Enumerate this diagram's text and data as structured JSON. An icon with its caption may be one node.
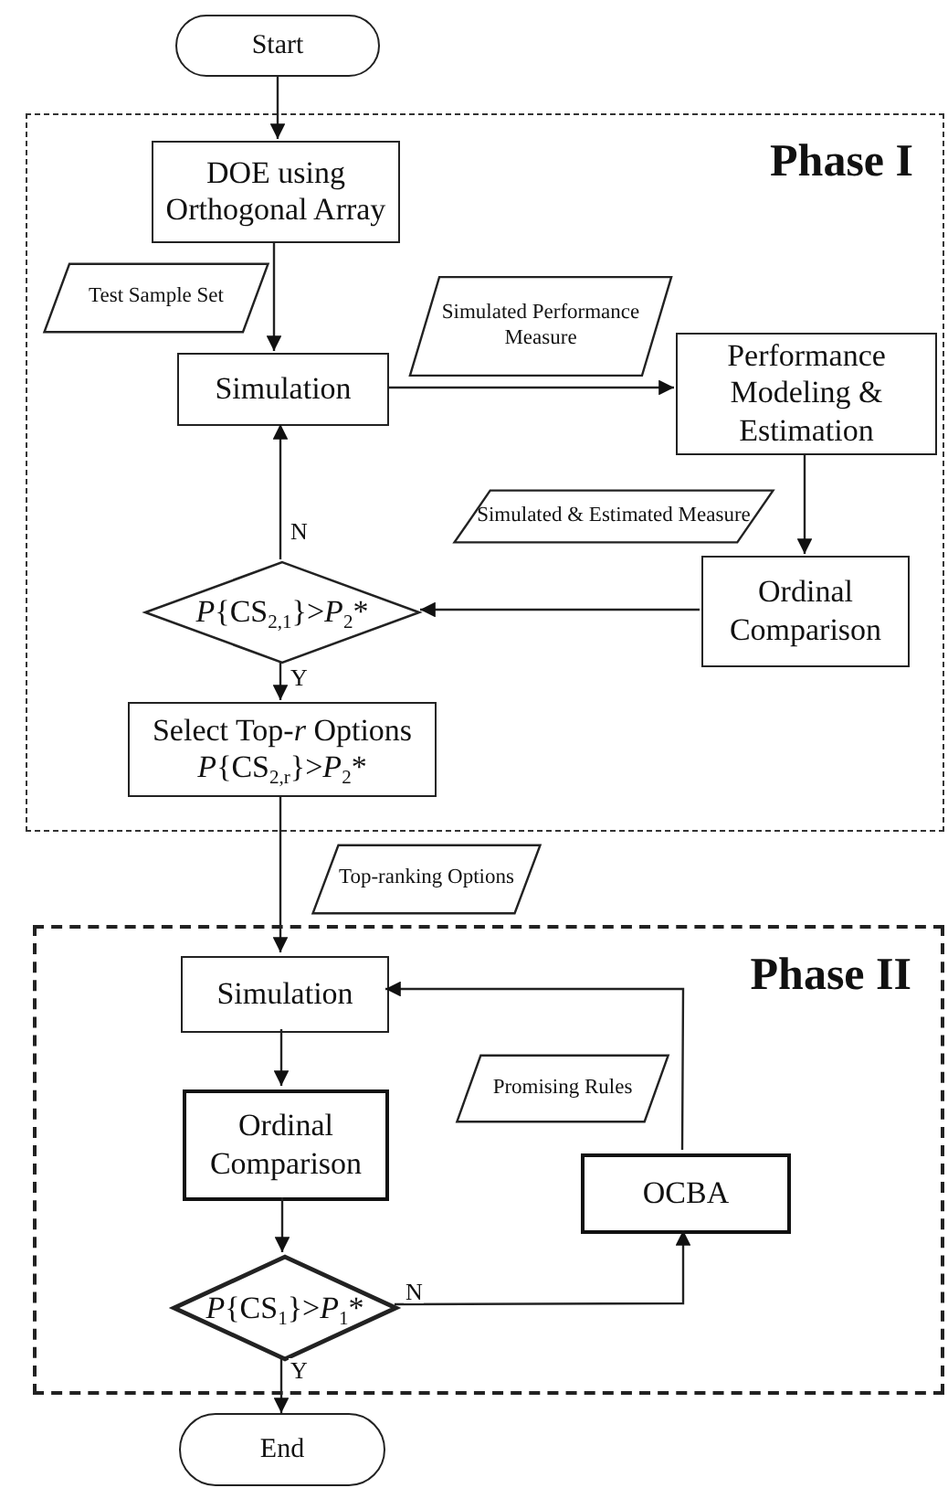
{
  "diagram": {
    "nodes": [
      {
        "text": [
          "Start"
        ]
      },
      {
        "text": [
          "Phase I"
        ]
      },
      {
        "text": [
          "DOE using Orthogonal Array"
        ],
        "in": 1
      },
      {
        "text": [
          "Test Sample Set"
        ],
        "in": 1
      },
      {
        "text": [
          "Simulated Performance Measure"
        ],
        "in": 1
      },
      {
        "text": [
          "Simulation"
        ],
        "in": 1
      },
      {
        "text": [
          "Performance Modeling & Estimation"
        ],
        "in": 1
      },
      {
        "text": [
          "Simulated & Estimated Measure"
        ],
        "in": 1
      },
      {
        "text": [
          "*P*{CS$_{2,1}$}>*P*$_{2}$*"
        ],
        "in": 1
      },
      {
        "text": [
          "Ordinal Comparison"
        ],
        "in": 1
      },
      {
        "text": [
          "Select Top-*r* Options",
          "*P*{CS$_{2,r}$}>*P*$_{2}$*"
        ],
        "in": 1
      },
      {
        "text": [
          "Top-ranking Options"
        ]
      },
      {
        "text": [
          "Phase II"
        ]
      },
      {
        "text": [
          "Simulation"
        ],
        "in": 12
      },
      {
        "text": [
          "Promising Rules"
        ],
        "in": 12
      },
      {
        "text": [
          "Ordinal Comparison"
        ],
        "in": 12
      },
      {
        "text": [
          "OCBA"
        ],
        "in": 12
      },
      {
        "text": [
          "*P*{CS$_{1}$}>*P*$_{1}$*"
        ],
        "in": 12
      },
      {
        "text": [
          "End"
        ]
      }
    ],
    "edges": [
      {
        "from": 0,
        "to": 2,
        "arrow": "to"
      },
      {
        "from": 2,
        "to": 5,
        "arrow": "to"
      },
      {
        "from": 5,
        "to": 6,
        "arrow": "to"
      },
      {
        "from": 6,
        "to": 9,
        "arrow": "to"
      },
      {
        "from": 9,
        "to": 8,
        "arrow": "to"
      },
      {
        "from": 8,
        "to": 5,
        "arrow": "to",
        "label": "N"
      },
      {
        "from": 8,
        "to": 10,
        "arrow": "to",
        "label": "Y"
      },
      {
        "from": 10,
        "to": 13,
        "arrow": "to"
      },
      {
        "from": 13,
        "to": 15,
        "arrow": "to"
      },
      {
        "from": 15,
        "to": 17,
        "arrow": "to"
      },
      {
        "from": 17,
        "to": 16,
        "arrow": "to",
        "label": "N"
      },
      {
        "from": 16,
        "to": 13,
        "arrow": "to"
      },
      {
        "from": 17,
        "to": 18,
        "arrow": "to",
        "label": "Y"
      }
    ]
  }
}
